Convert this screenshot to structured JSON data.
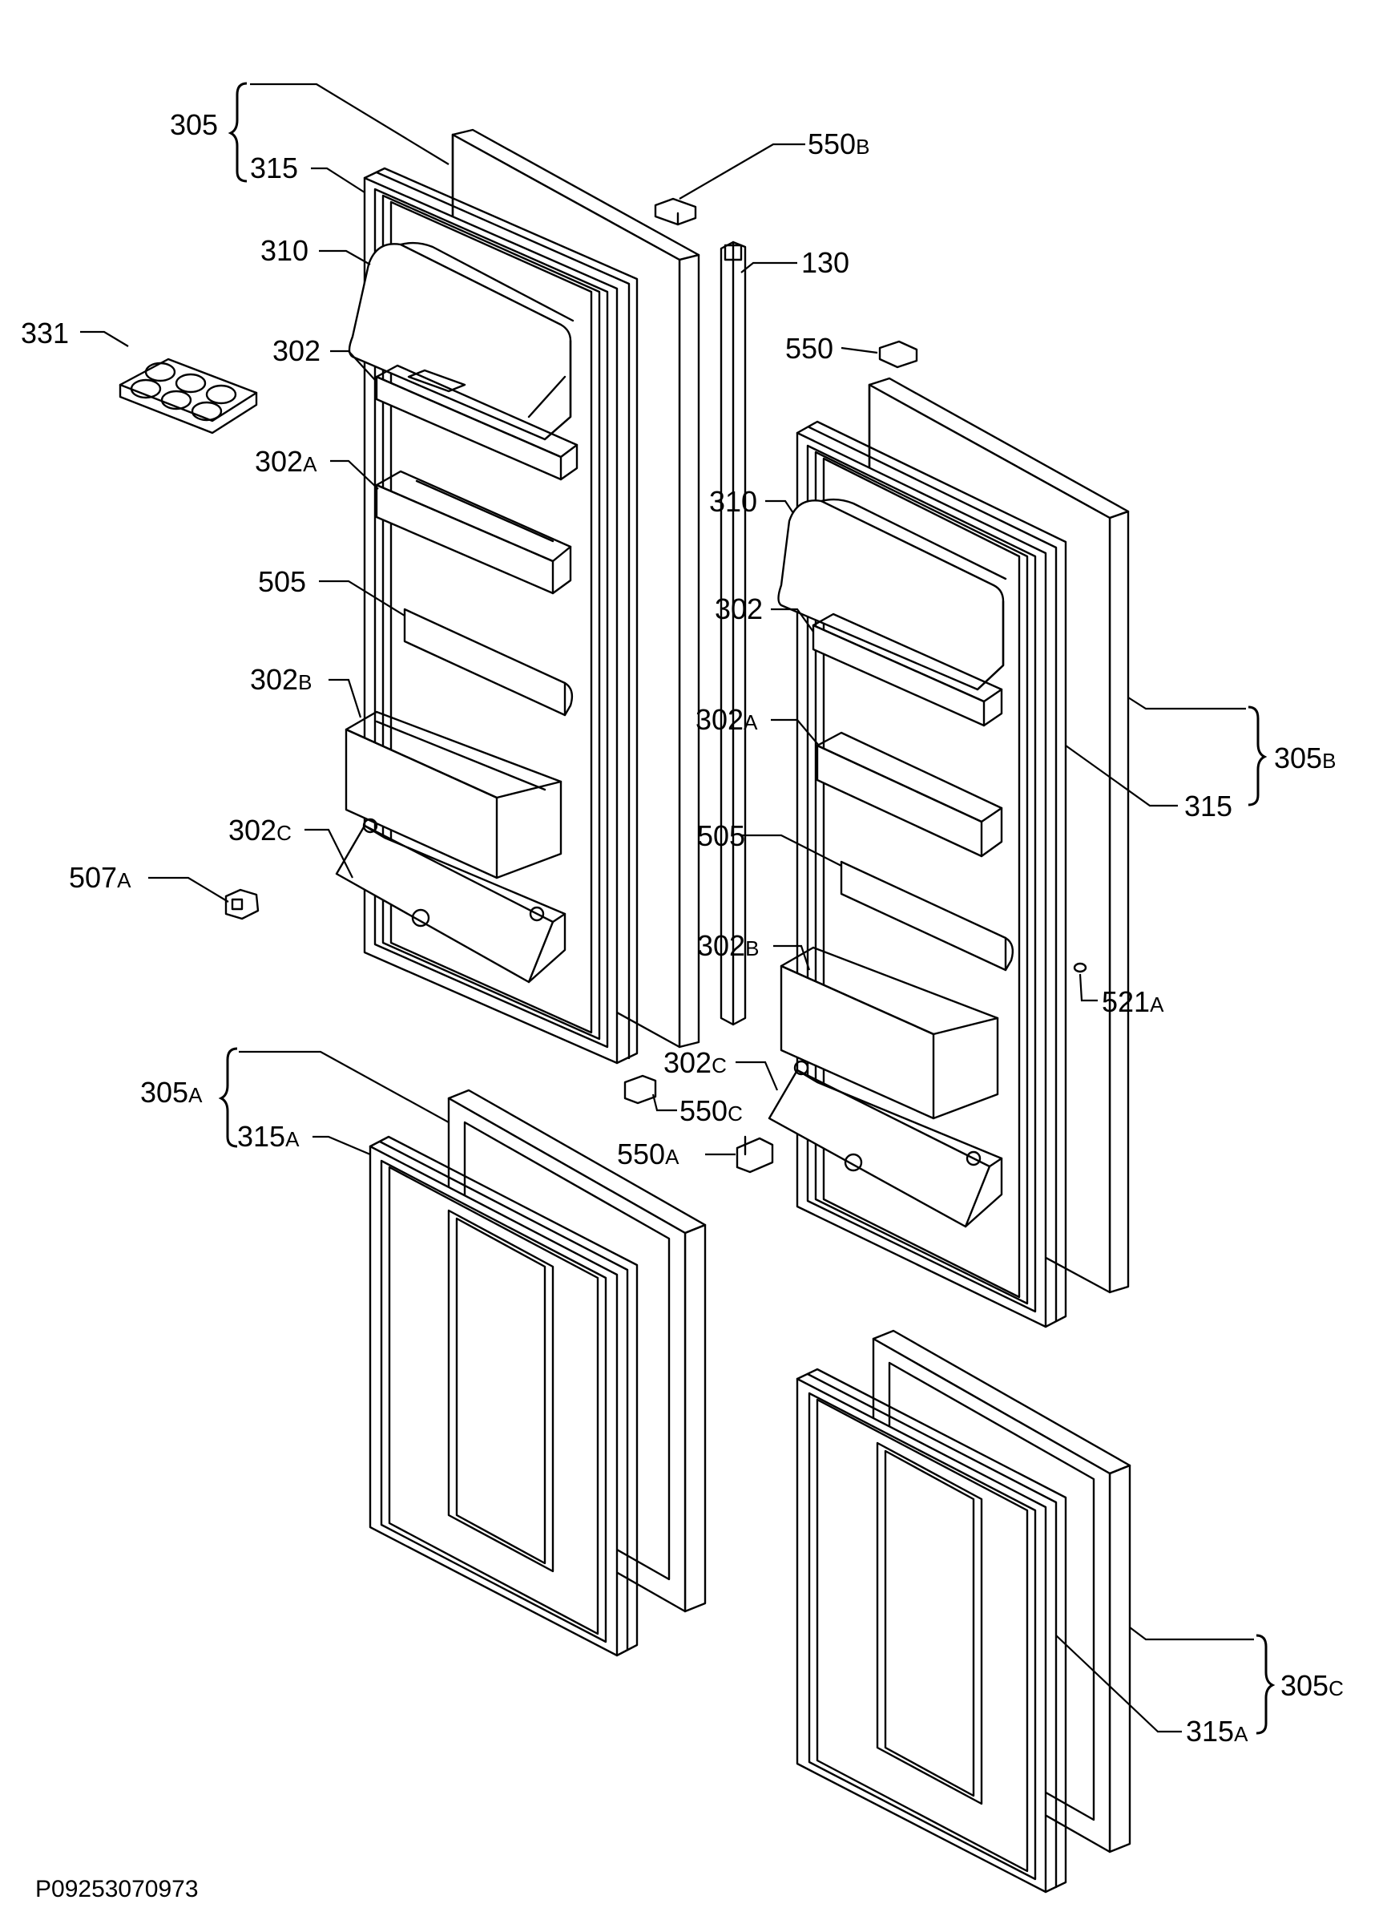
{
  "drawing_code": "P09253070973",
  "callouts": [
    {
      "id": "c305",
      "main": "305",
      "sub": ""
    },
    {
      "id": "c315",
      "main": "315",
      "sub": ""
    },
    {
      "id": "c550b",
      "main": "550",
      "sub": "B"
    },
    {
      "id": "c310",
      "main": "310",
      "sub": ""
    },
    {
      "id": "c130",
      "main": "130",
      "sub": ""
    },
    {
      "id": "c331",
      "main": "331",
      "sub": ""
    },
    {
      "id": "c302",
      "main": "302",
      "sub": ""
    },
    {
      "id": "c550",
      "main": "550",
      "sub": ""
    },
    {
      "id": "c302a",
      "main": "302",
      "sub": "A"
    },
    {
      "id": "c310r",
      "main": "310",
      "sub": ""
    },
    {
      "id": "c505",
      "main": "505",
      "sub": ""
    },
    {
      "id": "c302r",
      "main": "302",
      "sub": ""
    },
    {
      "id": "c302b",
      "main": "302",
      "sub": "B"
    },
    {
      "id": "c302ar",
      "main": "302",
      "sub": "A"
    },
    {
      "id": "c305b",
      "main": "305",
      "sub": "B"
    },
    {
      "id": "c315r",
      "main": "315",
      "sub": ""
    },
    {
      "id": "c302c",
      "main": "302",
      "sub": "C"
    },
    {
      "id": "c505r",
      "main": "505",
      "sub": ""
    },
    {
      "id": "c507a",
      "main": "507",
      "sub": "A"
    },
    {
      "id": "c302br",
      "main": "302",
      "sub": "B"
    },
    {
      "id": "c521a",
      "main": "521",
      "sub": "A"
    },
    {
      "id": "c305a",
      "main": "305",
      "sub": "A"
    },
    {
      "id": "c302cr",
      "main": "302",
      "sub": "C"
    },
    {
      "id": "c550c",
      "main": "550",
      "sub": "C"
    },
    {
      "id": "c315a",
      "main": "315",
      "sub": "A"
    },
    {
      "id": "c550a",
      "main": "550",
      "sub": "A"
    },
    {
      "id": "c305c",
      "main": "305",
      "sub": "C"
    },
    {
      "id": "c315ar",
      "main": "315",
      "sub": "A"
    }
  ]
}
